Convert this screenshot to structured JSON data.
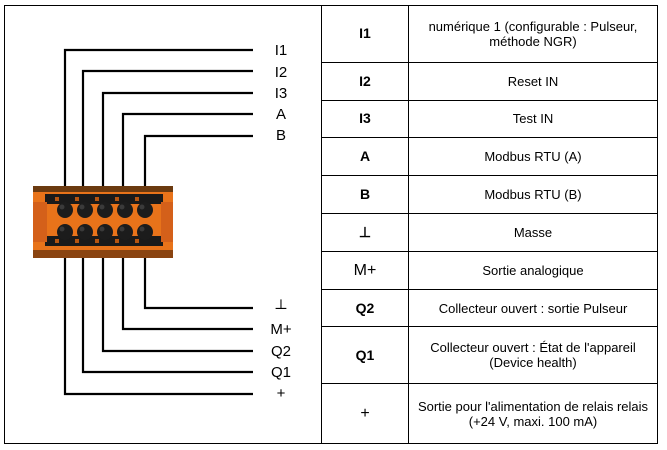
{
  "diagram": {
    "top_labels": [
      "I1",
      "I2",
      "I3",
      "A",
      "B"
    ],
    "bottom_labels": [
      "┴",
      "M+",
      "Q2",
      "Q1",
      "+"
    ]
  },
  "table": {
    "rows": [
      {
        "code": "I1",
        "desc": "numérique 1 (configurable : Pulseur, méthode NGR)"
      },
      {
        "code": "I2",
        "desc": "Reset IN"
      },
      {
        "code": "I3",
        "desc": "Test IN"
      },
      {
        "code": "A",
        "desc": "Modbus RTU (A)"
      },
      {
        "code": "B",
        "desc": "Modbus RTU (B)"
      },
      {
        "code": "⊥",
        "desc": "Masse"
      },
      {
        "code": "M+",
        "desc": "Sortie analogique"
      },
      {
        "code": "Q2",
        "desc": "Collecteur ouvert : sortie Pulseur"
      },
      {
        "code": "Q1",
        "desc": "Collecteur ouvert : État de l'appareil (Device health)"
      },
      {
        "code": "+",
        "desc": "Sortie pour l'alimentation de relais relais (+24 V, maxi. 100 mA)"
      }
    ]
  },
  "colors": {
    "connector_orange": "#e8731a",
    "connector_dark": "#1a1a1a",
    "line": "#000000"
  }
}
